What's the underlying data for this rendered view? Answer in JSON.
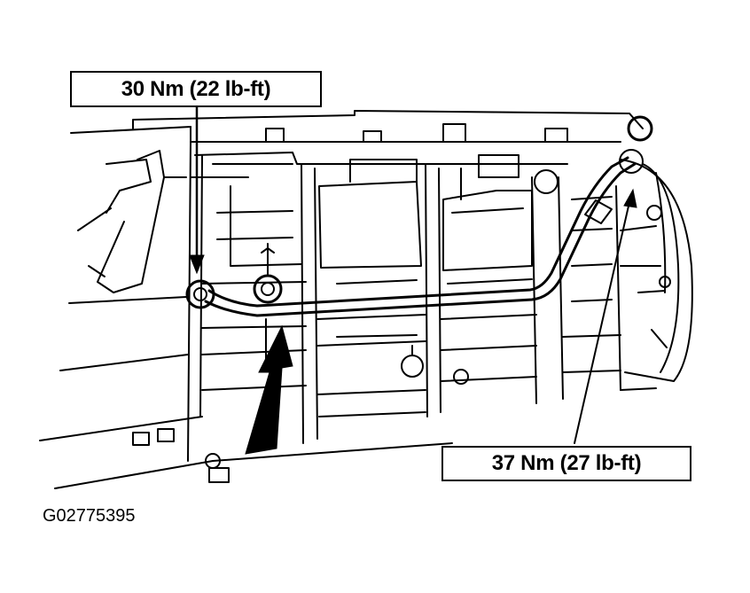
{
  "callouts": {
    "torque_left": "30 Nm (22 lb-ft)",
    "torque_right": "37 Nm (27 lb-ft)"
  },
  "figure": {
    "id": "G02775395"
  },
  "colors": {
    "ink": "#000000",
    "paper": "#ffffff"
  }
}
